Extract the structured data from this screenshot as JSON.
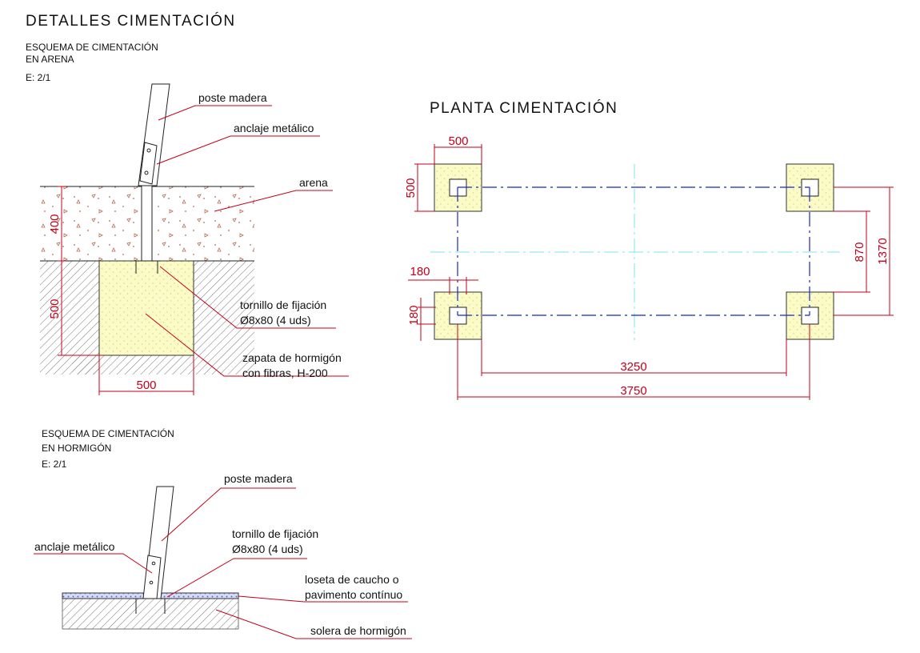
{
  "sheet": {
    "title": "DETALLES CIMENTACIÓN",
    "colors": {
      "dimension": "#c4001a",
      "axis": "#1428c8",
      "axis_secondary": "#7fe6ee",
      "concrete_fill": "#fbfbc8",
      "rubber_fill": "#9aa6e6"
    }
  },
  "sand_detail": {
    "title_line1": "ESQUEMA DE CIMENTACIÓN",
    "title_line2": "EN ARENA",
    "scale": "E: 2/1",
    "labels": {
      "post": "poste madera",
      "anchor": "anclaje metálico",
      "sand": "arena",
      "bolt_line1": "tornillo de fijación",
      "bolt_line2": "Ø8x80 (4 uds)",
      "footing_line1": "zapata de hormigón",
      "footing_line2": "con fibras, H-200"
    },
    "dims": {
      "sand_depth": "400",
      "footing_depth": "500",
      "footing_width": "500"
    }
  },
  "concrete_detail": {
    "title_line1": "ESQUEMA DE CIMENTACIÓN",
    "title_line2": "EN HORMIGÓN",
    "scale": "E: 2/1",
    "labels": {
      "post": "poste madera",
      "anchor": "anclaje metálico",
      "bolt_line1": "tornillo de fijación",
      "bolt_line2": "Ø8x80 (4 uds)",
      "surface_line1": "loseta de caucho o",
      "surface_line2": "pavimento contínuo",
      "slab": "solera de hormigón"
    }
  },
  "plan": {
    "title": "PLANTA CIMENTACIÓN",
    "dims": {
      "footing_width": "500",
      "footing_height": "500",
      "post_width": "180",
      "post_height": "180",
      "inner_span": "3250",
      "outer_span": "3750",
      "inner_depth": "870",
      "outer_depth": "1370"
    }
  }
}
